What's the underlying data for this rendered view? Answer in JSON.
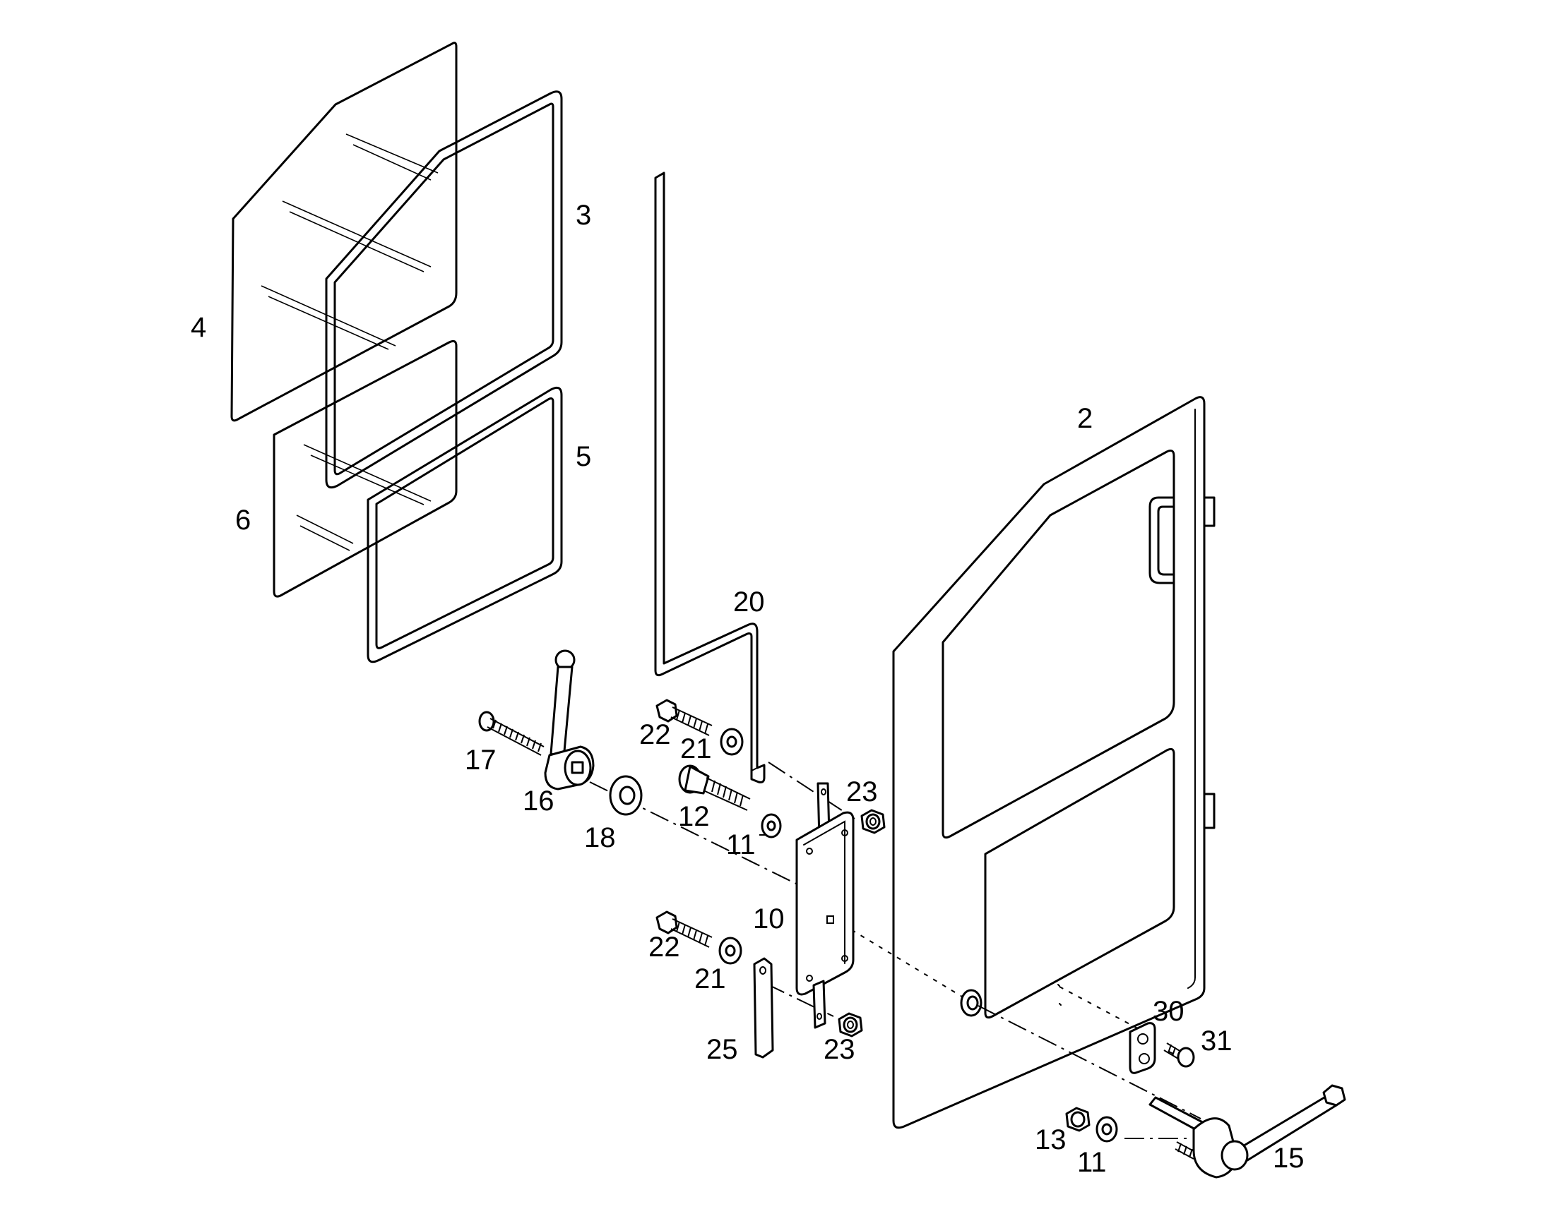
{
  "labels": {
    "p2": "2",
    "p3": "3",
    "p4": "4",
    "p5": "5",
    "p6": "6",
    "p10": "10",
    "p11a": "11",
    "p11b": "11",
    "p12": "12",
    "p13": "13",
    "p15": "15",
    "p16": "16",
    "p17": "17",
    "p18": "18",
    "p20": "20",
    "p21a": "21",
    "p21b": "21",
    "p22a": "22",
    "p22b": "22",
    "p23a": "23",
    "p23b": "23",
    "p25": "25",
    "p30": "30",
    "p31": "31"
  },
  "colors": {
    "line": "#000000",
    "background": "#ffffff"
  }
}
